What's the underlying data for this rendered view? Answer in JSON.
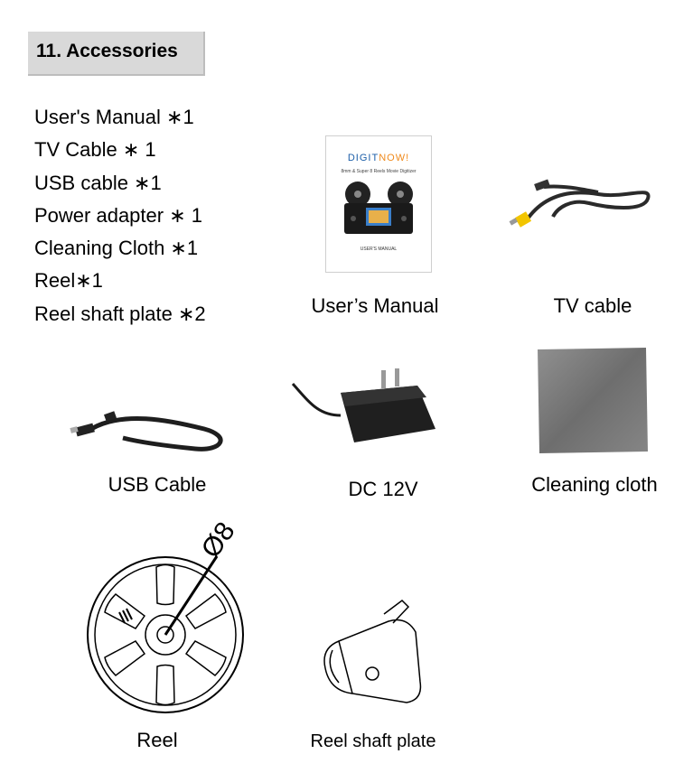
{
  "section": {
    "title": "11. Accessories"
  },
  "accessory_list": [
    "User's Manual ∗1",
    "TV Cable ∗ 1",
    "USB cable ∗1",
    "Power adapter ∗ 1",
    "Cleaning Cloth ∗1",
    "Reel∗1",
    "Reel shaft plate ∗2"
  ],
  "manual_cover": {
    "brand_a": "DIGIT",
    "brand_b": "NOW!",
    "subtitle": "8mm & Super 8 Reels Movie Digitizer",
    "footer": "USER'S MANUAL"
  },
  "captions": {
    "users_manual": "User’s Manual",
    "tv_cable": "TV cable",
    "usb_cable": "USB Cable",
    "dc_adapter": "DC 12V",
    "cleaning_cloth": "Cleaning cloth",
    "reel": "Reel",
    "reel_shaft_plate": "Reel shaft plate"
  },
  "reel_diagram": {
    "dimension_label": "Ø8"
  },
  "colors": {
    "heading_bg": "#d9d9d9",
    "brand_blue": "#1c5ea8",
    "brand_orange": "#f08a1c",
    "rca_yellow": "#f2c500"
  }
}
